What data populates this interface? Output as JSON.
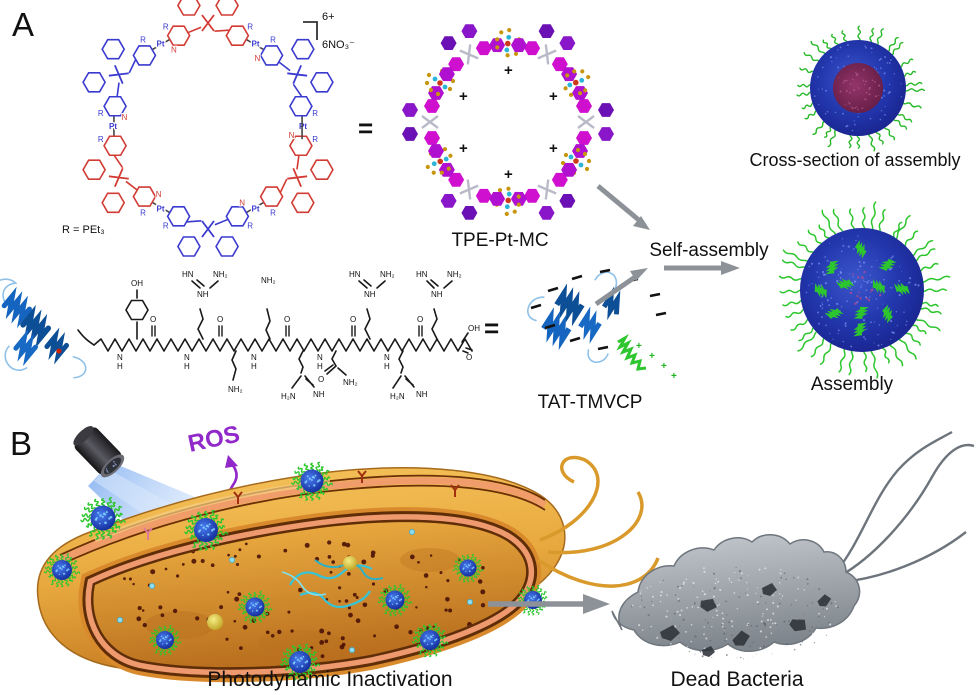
{
  "panelA": {
    "label": "A",
    "charge": "6+",
    "counterion": "6NO₃⁻",
    "r_definition": "R = PEt₃",
    "equals": "=",
    "plus": "+",
    "atom_pt": "Pt",
    "atom_r": "R",
    "atom_n": "N",
    "tpe_label": "TPE-Pt-MC",
    "tat_label": "TAT-TMVCP",
    "self_assembly_label": "Self-assembly",
    "cross_section_caption": "Cross-section of assembly",
    "assembly_caption": "Assembly",
    "peptide": {
      "oh": "OH",
      "hn": "HN",
      "nh2": "NH₂",
      "nh": "NH",
      "h2n": "H₂N",
      "o": "O",
      "n": "N",
      "h": "H"
    }
  },
  "panelB": {
    "label": "B",
    "ros_label": "ROS",
    "pdi_caption": "Photodynamic Inactivation",
    "dead_caption": "Dead Bacteria"
  },
  "colors": {
    "red_unit": "#d23b34",
    "blue_unit": "#3a3ad0",
    "magenta_hex": "#cf10cf",
    "purple_hex": "#6b10b4",
    "gold_ligand": "#c8960e",
    "green_chain": "#2ec62e",
    "blue_particle": "#2236ac",
    "maroon_core": "#7a2350",
    "bacterium_orange": "#e8a93f",
    "membrane_salmon": "#ef9a6e",
    "ros_purple": "#9128c9",
    "arrow_gray": "#8d9298",
    "dead_gray": "#9aa0a6",
    "beam_blue": "#a8c8f5"
  }
}
